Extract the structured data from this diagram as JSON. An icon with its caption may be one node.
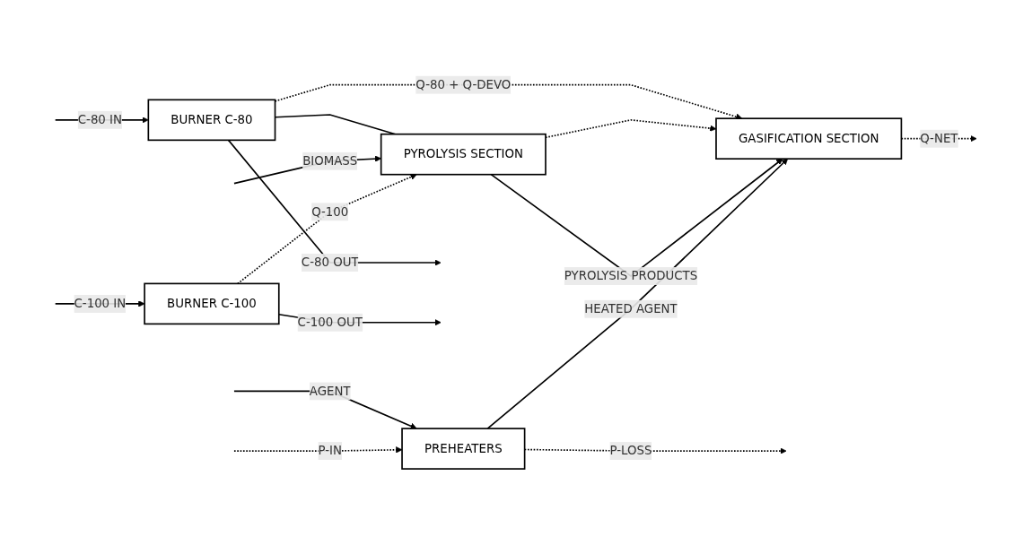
{
  "diagram": {
    "nodes": [
      {
        "text": [
          "BURNER C-80"
        ]
      },
      {
        "text": [
          "PYROLYSIS SECTION"
        ]
      },
      {
        "text": [
          "GASIFICATION SECTION"
        ]
      },
      {
        "text": [
          "BURNER C-100"
        ]
      },
      {
        "text": [
          "PREHEATERS"
        ]
      }
    ],
    "edges": [
      {
        "from": null,
        "to": 0,
        "arrow": "to",
        "label": "C-80 IN"
      },
      {
        "from": 0,
        "to": null,
        "arrow": "to",
        "label": "C-80 OUT"
      },
      {
        "from": 0,
        "to": 1,
        "arrow": "none"
      },
      {
        "from": 0,
        "to": 2,
        "arrow": "to",
        "style": "dashed",
        "label": "Q-80 + Q-DEVO"
      },
      {
        "from": 1,
        "to": 2,
        "arrow": "to",
        "style": "dashed"
      },
      {
        "from": null,
        "to": 1,
        "arrow": "to",
        "label": "BIOMASS"
      },
      {
        "from": 1,
        "to": 2,
        "arrow": "to",
        "label": "PYROLYSIS PRODUCTS"
      },
      {
        "from": 2,
        "to": null,
        "arrow": "to",
        "style": "dashed",
        "label": "Q-NET"
      },
      {
        "from": 3,
        "to": 1,
        "arrow": "to",
        "style": "dashed",
        "label": "Q-100"
      },
      {
        "from": null,
        "to": 3,
        "arrow": "to",
        "label": "C-100 IN"
      },
      {
        "from": 3,
        "to": null,
        "arrow": "to",
        "label": "C-100 OUT"
      },
      {
        "from": null,
        "to": 4,
        "arrow": "to",
        "label": "AGENT"
      },
      {
        "from": 4,
        "to": 2,
        "arrow": "to",
        "label": "HEATED AGENT"
      },
      {
        "from": 4,
        "to": null,
        "arrow": "to",
        "style": "dashed",
        "label": "P-LOSS"
      },
      {
        "from": null,
        "to": 4,
        "arrow": "to",
        "style": "dashed",
        "label": "P-IN"
      }
    ]
  }
}
